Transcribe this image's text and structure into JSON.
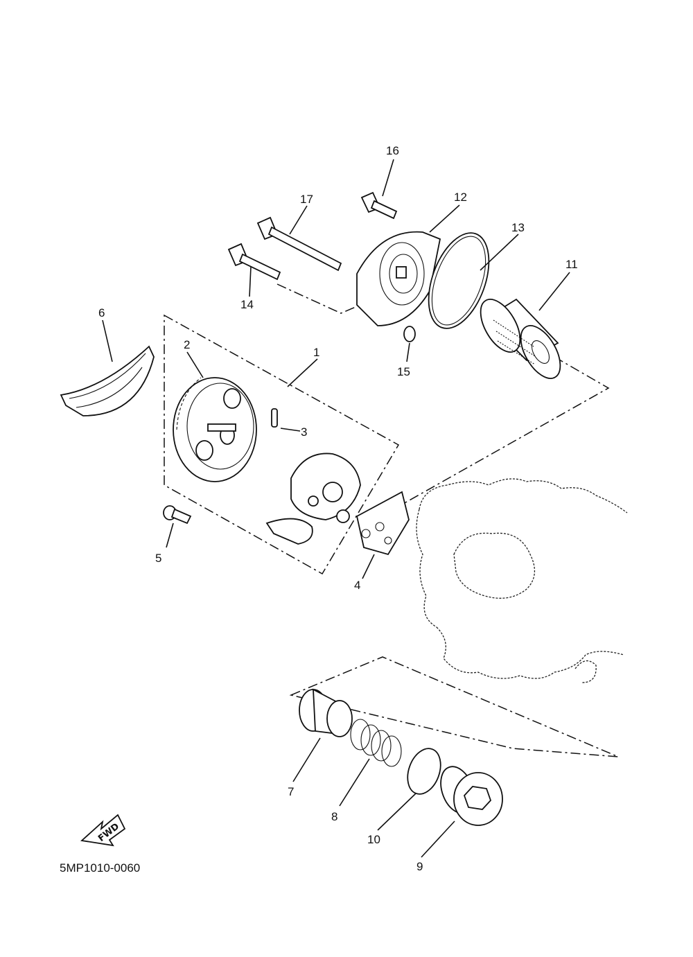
{
  "diagram": {
    "code": "5MP1010-0060",
    "fwd_label": "FWD",
    "callouts": [
      "1",
      "2",
      "3",
      "4",
      "5",
      "6",
      "7",
      "8",
      "9",
      "10",
      "11",
      "12",
      "13",
      "14",
      "15",
      "16",
      "17"
    ]
  }
}
